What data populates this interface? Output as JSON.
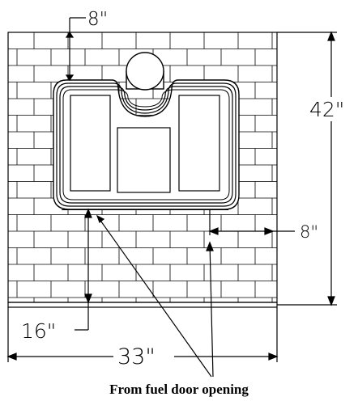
{
  "dimensions": {
    "side_clearance": "8\"",
    "height": "42\"",
    "front_clearance": "8\"",
    "door_distance": "16\"",
    "width": "33\""
  },
  "caption": "From fuel door opening",
  "stroke_color": "#000000",
  "background_color": "#ffffff"
}
